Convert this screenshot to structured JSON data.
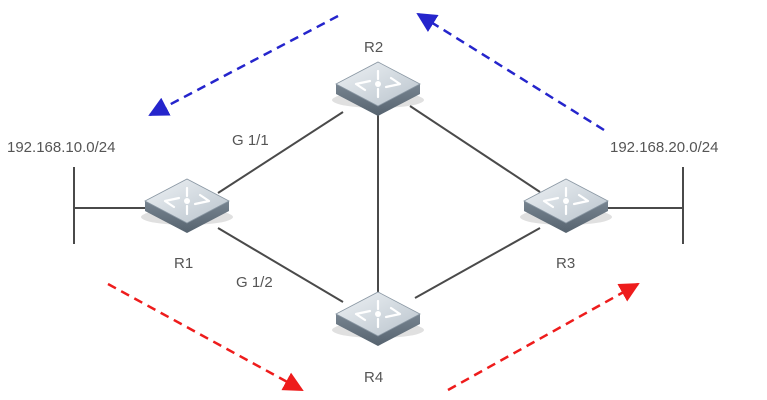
{
  "diagram": {
    "networks": {
      "left": "192.168.10.0/24",
      "right": "192.168.20.0/24"
    },
    "routers": {
      "r1": "R1",
      "r2": "R2",
      "r3": "R3",
      "r4": "R4"
    },
    "interfaces": {
      "g11": "G 1/1",
      "g12": "G 1/2"
    },
    "colors": {
      "upper_path": "#2525cc",
      "lower_path": "#ee1c1c",
      "link": "#4a4a4a",
      "router_top": "#d7dee5",
      "router_side": "#6f7f8d",
      "text": "#555555"
    }
  }
}
